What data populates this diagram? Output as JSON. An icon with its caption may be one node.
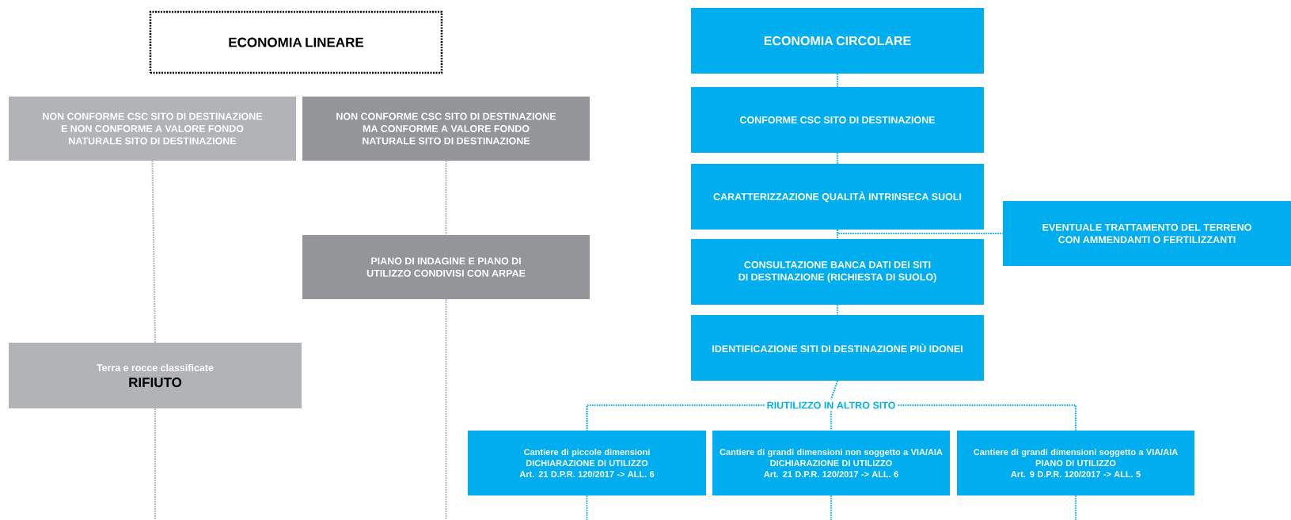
{
  "diagram": {
    "nodes": [
      {
        "text": [
          "ECONOMIA LINEARE"
        ]
      },
      {
        "text": [
          "NON CONFORME CSC SITO DI DESTINAZIONE E NON CONFORME A VALORE FONDO NATURALE SITO DI DESTINAZIONE"
        ]
      },
      {
        "text": [
          "NON CONFORME CSC SITO DI DESTINAZIONE MA CONFORME A VALORE FONDO NATURALE SITO DI DESTINAZIONE"
        ]
      },
      {
        "text": [
          "PIANO DI INDAGINE E PIANO DI UTILIZZO CONDIVISI CON ARPAE"
        ]
      },
      {
        "text": [
          "Terra e rocce classificate",
          "RIFIUTO"
        ]
      },
      {
        "text": [
          "ECONOMIA CIRCOLARE"
        ]
      },
      {
        "text": [
          "CONFORME CSC SITO DI DESTINAZIONE"
        ]
      },
      {
        "text": [
          "CARATTERIZZAZIONE QUALITÀ INTRINSECA SUOLI"
        ]
      },
      {
        "text": [
          "EVENTUALE TRATTAMENTO DEL TERRENO CON AMMENDANTI O FERTILIZZANTI"
        ]
      },
      {
        "text": [
          "CONSULTAZIONE BANCA DATI DEI SITI DI DESTINAZIONE (RICHIESTA DI SUOLO)"
        ]
      },
      {
        "text": [
          "IDENTIFICAZIONE SITI DI DESTINAZIONE PIÙ IDONEI"
        ]
      },
      {
        "text": [
          "RIUTILIZZO IN ALTRO SITO"
        ]
      },
      {
        "text": [
          "Cantiere di piccole dimensioni",
          "DICHIARAZIONE DI UTILIZZO",
          "Art. 21 D.P.R. 120/2017 -> ALL. 6"
        ]
      },
      {
        "text": [
          "Cantiere di grandi dimensioni non soggetto a VIA/AIA",
          "DICHIARAZIONE DI UTILIZZO",
          "Art. 21 D.P.R. 120/2017 -> ALL. 6"
        ]
      },
      {
        "text": [
          "Cantiere di grandi dimensioni soggetto a VIA/AIA",
          "PIANO DI UTILIZZO",
          "Art. 9 D.P.R. 120/2017 -> ALL. 5"
        ]
      }
    ],
    "edges": [
      {
        "from": 1,
        "to": 4,
        "arrow": "none",
        "color": "#a7a9ac"
      },
      {
        "from": 4,
        "to": null,
        "arrow": "none",
        "color": "#a7a9ac"
      },
      {
        "from": 2,
        "to": 3,
        "arrow": "none",
        "color": "#a7a9ac"
      },
      {
        "from": 3,
        "to": null,
        "arrow": "none",
        "color": "#a7a9ac"
      },
      {
        "from": 5,
        "to": 6,
        "arrow": "none"
      },
      {
        "from": 6,
        "to": 7,
        "arrow": "none"
      },
      {
        "from": 7,
        "to": 9,
        "arrow": "none"
      },
      {
        "from": 7,
        "to": 8,
        "arrow": "none"
      },
      {
        "from": 9,
        "to": 10,
        "arrow": "none"
      },
      {
        "from": 10,
        "to": 11,
        "arrow": "none"
      },
      {
        "from": 11,
        "to": 12,
        "arrow": "none"
      },
      {
        "from": 11,
        "to": 13,
        "arrow": "none"
      },
      {
        "from": 11,
        "to": 14,
        "arrow": "none"
      },
      {
        "from": 12,
        "to": null,
        "arrow": "none"
      },
      {
        "from": 13,
        "to": null,
        "arrow": "none"
      },
      {
        "from": 14,
        "to": null,
        "arrow": "none"
      }
    ]
  }
}
